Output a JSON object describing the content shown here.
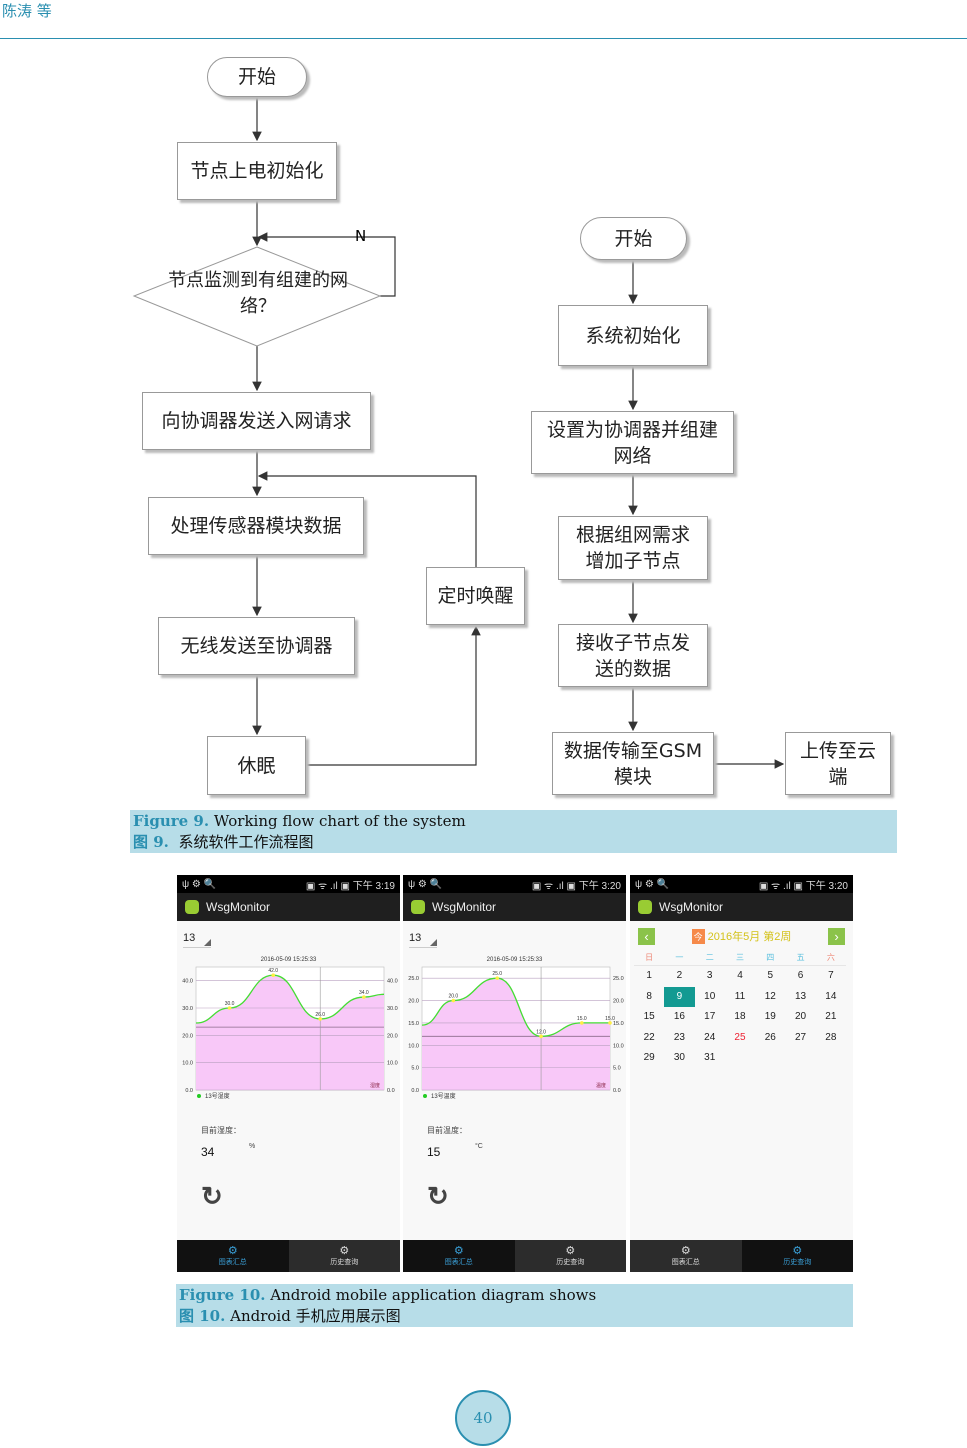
{
  "header": {
    "authors": "陈涛 等"
  },
  "flow_left": {
    "start": "开始",
    "init": "节点上电初始化",
    "decision": "节点监测到有组建的网络？",
    "no_label": "N",
    "join": "向协调器发送入网请求",
    "process": "处理传感器模块数据",
    "send": "无线发送至协调器",
    "sleep": "休眠",
    "wake": "定时唤醒"
  },
  "flow_right": {
    "start": "开始",
    "init": "系统初始化",
    "coord": "设置为协调器并组建网络",
    "add": "根据组网需求增加子节点",
    "recv": "接收子节点发送的数据",
    "gsm": "数据传输至GSM模块",
    "cloud": "上传至云端"
  },
  "fig9": {
    "label_en": "Figure 9.",
    "text_en": "Working flow chart of the system",
    "label_cn": "图 9.",
    "text_cn": "系统软件工作流程图"
  },
  "phones": [
    {
      "icons": "ψ ⚙ 🔍",
      "status": "▣ ᯤ .ıl ▣ 下午 3:19",
      "app": "WsgMonitor",
      "spinner": "13",
      "timestamp": "2016-05-09 15:25:33",
      "legend": "13号湿度",
      "current_label": "目前湿度：",
      "current_value": "34",
      "unit": "%",
      "refresh": "↻",
      "tabs": [
        "图表汇总",
        "历史查询"
      ],
      "active_tab": 0
    },
    {
      "icons": "ψ ⚙ 🔍",
      "status": "▣ ᯤ .ıl ▣ 下午 3:20",
      "app": "WsgMonitor",
      "spinner": "13",
      "timestamp": "2016-05-09 15:25:33",
      "legend": "13号温度",
      "current_label": "目前温度：",
      "current_value": "15",
      "unit": "°C",
      "refresh": "↻",
      "tabs": [
        "图表汇总",
        "历史查询"
      ],
      "active_tab": 0
    },
    {
      "icons": "ψ ⚙ 🔍",
      "status": "▣ ᯤ .ıl ▣ 下午 3:20",
      "app": "WsgMonitor",
      "today": "今",
      "title": "2016年5月  第2周",
      "prev": "‹",
      "next": "›",
      "weekdays": [
        "日",
        "一",
        "二",
        "三",
        "四",
        "五",
        "六"
      ],
      "days": 31,
      "first_weekday": 0,
      "selected_day": 9,
      "highlight_day": 25,
      "tabs": [
        "图表汇总",
        "历史查询"
      ],
      "active_tab": 1
    }
  ],
  "chart_data": [
    {
      "type": "area",
      "title": "2016-05-09 15:25:33",
      "series_name": "湿度",
      "legend": "13号湿度",
      "x": [
        0,
        1,
        2.3,
        3.7,
        5,
        5.6
      ],
      "values": [
        24.5,
        30,
        42,
        26,
        34,
        35
      ],
      "labels": [
        "",
        "30.0",
        "42.0",
        "26.0",
        "34.0",
        ""
      ],
      "ylim": [
        0,
        45
      ],
      "yticks": [
        "0.0",
        "10.0",
        "20.0",
        "30.0",
        "40.0"
      ],
      "ytick_values": [
        0,
        10,
        20,
        30,
        40
      ],
      "marker_x": 3.7,
      "threshold": 23,
      "fill": "#f8c8f8",
      "line": "#44dd33"
    },
    {
      "type": "area",
      "title": "2016-05-09 15:25:33",
      "series_name": "温度",
      "legend": "13号温度",
      "x": [
        0,
        1,
        2.4,
        3.8,
        5.1,
        6
      ],
      "values": [
        14.5,
        20,
        25,
        12,
        15,
        15
      ],
      "labels": [
        "",
        "20.0",
        "25.0",
        "12.0",
        "15.0",
        "15.0"
      ],
      "ylim": [
        0,
        27.5
      ],
      "yticks": [
        "0.0",
        "5.0",
        "10.0",
        "15.0",
        "20.0",
        "25.0"
      ],
      "ytick_values": [
        0,
        5,
        10,
        15,
        20,
        25
      ],
      "marker_x": 3.8,
      "threshold": 12,
      "fill": "#f8c8f8",
      "line": "#44dd33"
    }
  ],
  "fig10": {
    "label_en": "Figure 10.",
    "text_en": "Android mobile application diagram shows",
    "label_cn": "图 10.",
    "text_cn": "Android 手机应用展示图"
  },
  "page_number": "40"
}
